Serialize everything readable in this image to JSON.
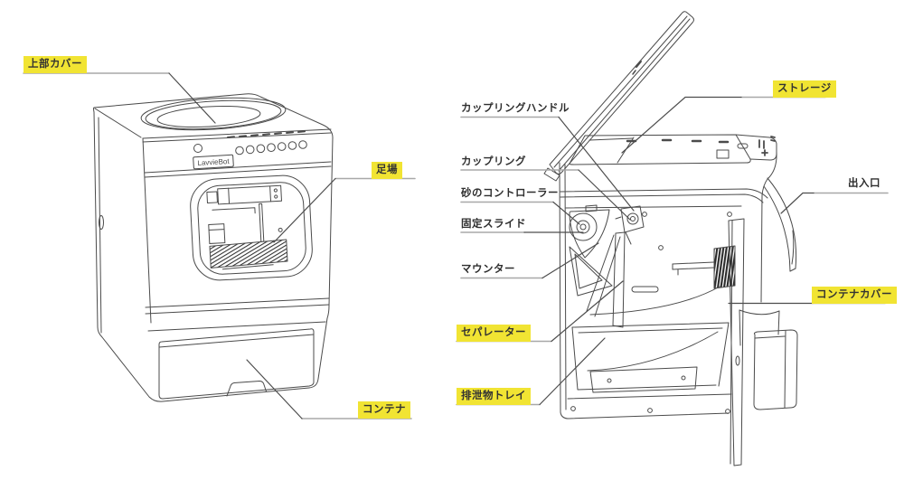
{
  "branding": {
    "logo_text": "LavvieBot"
  },
  "colors": {
    "highlight": "#f1e433",
    "line_art": "#4b4b4b",
    "label_text": "#2e2e2e",
    "leader_underline": "#a8a8a8",
    "leader_pointer": "#4d4d4d",
    "background": "#ffffff"
  },
  "diagram_left": {
    "description": "exterior view",
    "labels": [
      {
        "text": "上部カバー",
        "highlighted": true
      },
      {
        "text": "足場",
        "highlighted": true
      },
      {
        "text": "コンテナ",
        "highlighted": true
      }
    ]
  },
  "diagram_right": {
    "description": "interior cutaway view",
    "labels_left": [
      {
        "text": "カップリングハンドル",
        "highlighted": false
      },
      {
        "text": "カップリング",
        "highlighted": false
      },
      {
        "text": "砂のコントローラー",
        "highlighted": false
      },
      {
        "text": "固定スライド",
        "highlighted": false
      },
      {
        "text": "マウンター",
        "highlighted": false
      },
      {
        "text": "セパレーター",
        "highlighted": true
      },
      {
        "text": "排泄物トレイ",
        "highlighted": true
      }
    ],
    "labels_right": [
      {
        "text": "ストレージ",
        "highlighted": true
      },
      {
        "text": "出入口",
        "highlighted": false
      },
      {
        "text": "コンテナカバー",
        "highlighted": true
      }
    ]
  }
}
